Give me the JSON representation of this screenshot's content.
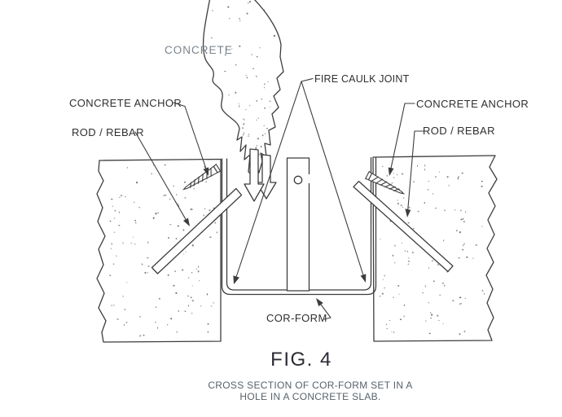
{
  "diagram": {
    "labels": {
      "concrete": "CONCRETE",
      "fire_caulk_joint": "FIRE CAULK JOINT",
      "concrete_anchor_left": "CONCRETE ANCHOR",
      "rod_rebar_left": "ROD / REBAR",
      "concrete_anchor_right": "CONCRETE ANCHOR",
      "rod_rebar_right": "ROD / REBAR",
      "cor_form": "COR-FORM"
    },
    "figure_label": "FIG. 4",
    "caption": {
      "line1": "CROSS SECTION OF COR-FORM SET IN A",
      "line2": "HOLE IN A CONCRETE SLAB."
    },
    "colors": {
      "background": "#ffffff",
      "line": "#3d3d3d",
      "label_text": "#2f2f2f",
      "concrete_label_text": "#7b848c",
      "caption_text": "#58626b",
      "figure_text": "#2b2b33",
      "stipple": "#565d63"
    }
  }
}
